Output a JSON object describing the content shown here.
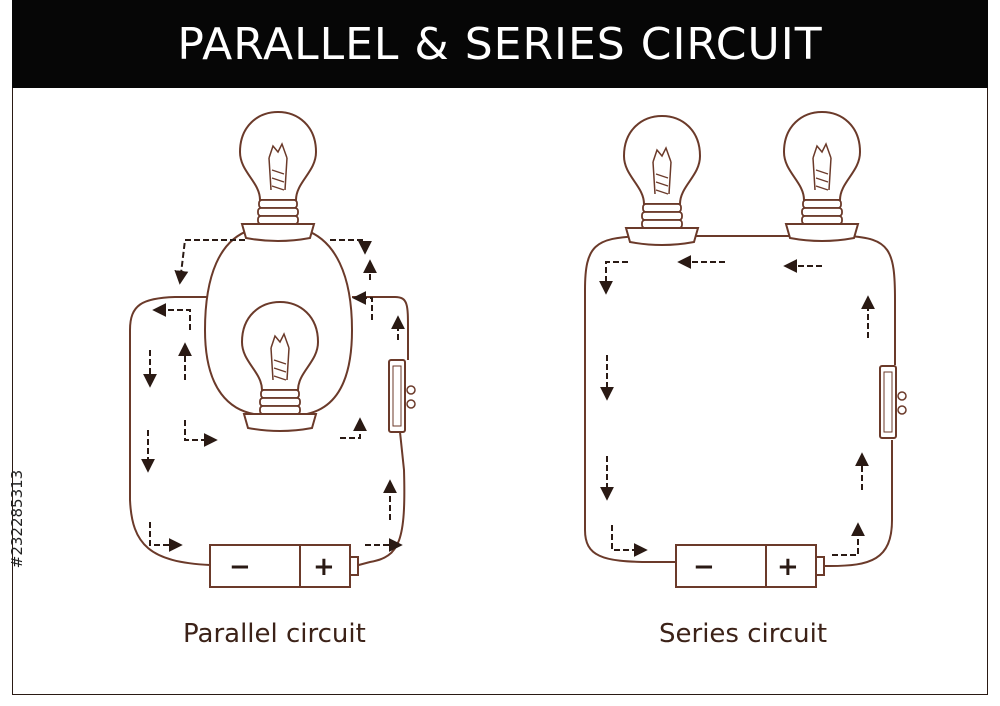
{
  "title": "PARALLEL & SERIES CIRCUIT",
  "parallel": {
    "label": "Parallel circuit",
    "battery_minus": "−",
    "battery_plus": "+"
  },
  "series": {
    "label": "Series circuit",
    "battery_minus": "−",
    "battery_plus": "+"
  },
  "stock_id": "#232285313",
  "colors": {
    "line": "#6b3a2a",
    "ink": "#3c2218",
    "title_bg": "#060606",
    "title_fg": "#ffffff"
  }
}
